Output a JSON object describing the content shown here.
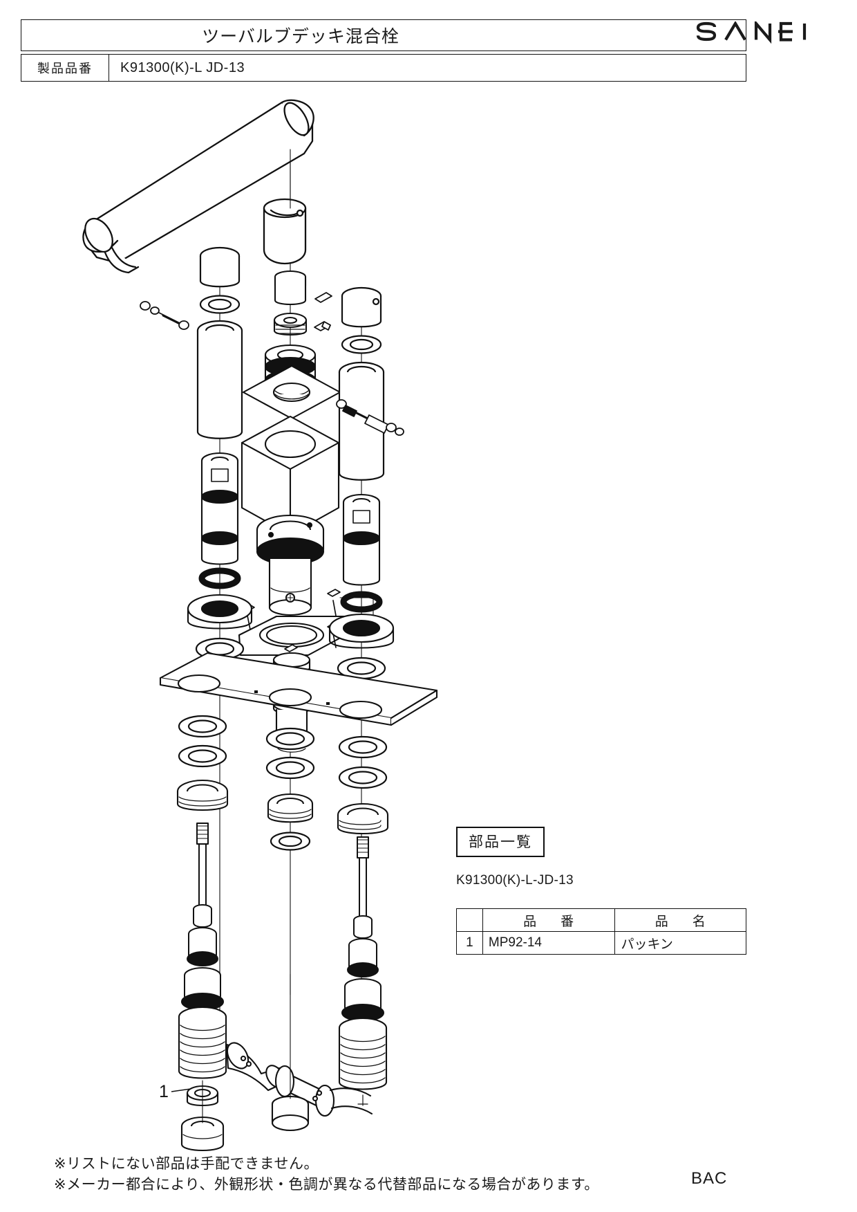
{
  "header": {
    "title": "ツーバルブデッキ混合栓",
    "code_label": "製品品番",
    "code_value": "K91300(K)-L  JD-13",
    "brand": "SANEI"
  },
  "parts_list": {
    "heading": "部品一覧",
    "model": "K91300(K)-L-JD-13",
    "columns": [
      "",
      "品　番",
      "品　名"
    ],
    "rows": [
      {
        "no": "1",
        "part_number": "MP92-14",
        "part_name": "パッキン"
      }
    ]
  },
  "diagram": {
    "callouts": [
      {
        "id": "1",
        "label": "1",
        "target": "packing-washer"
      }
    ]
  },
  "footer": {
    "notes": [
      "※リストにない部品は手配できません。",
      "※メーカー都合により、外観形状・色調が異なる代替部品になる場合があります。"
    ],
    "mark": "BAC"
  },
  "colors": {
    "line": "#111111",
    "background": "#ffffff",
    "fill": "#ffffff",
    "seal": "#1a1a1a"
  }
}
